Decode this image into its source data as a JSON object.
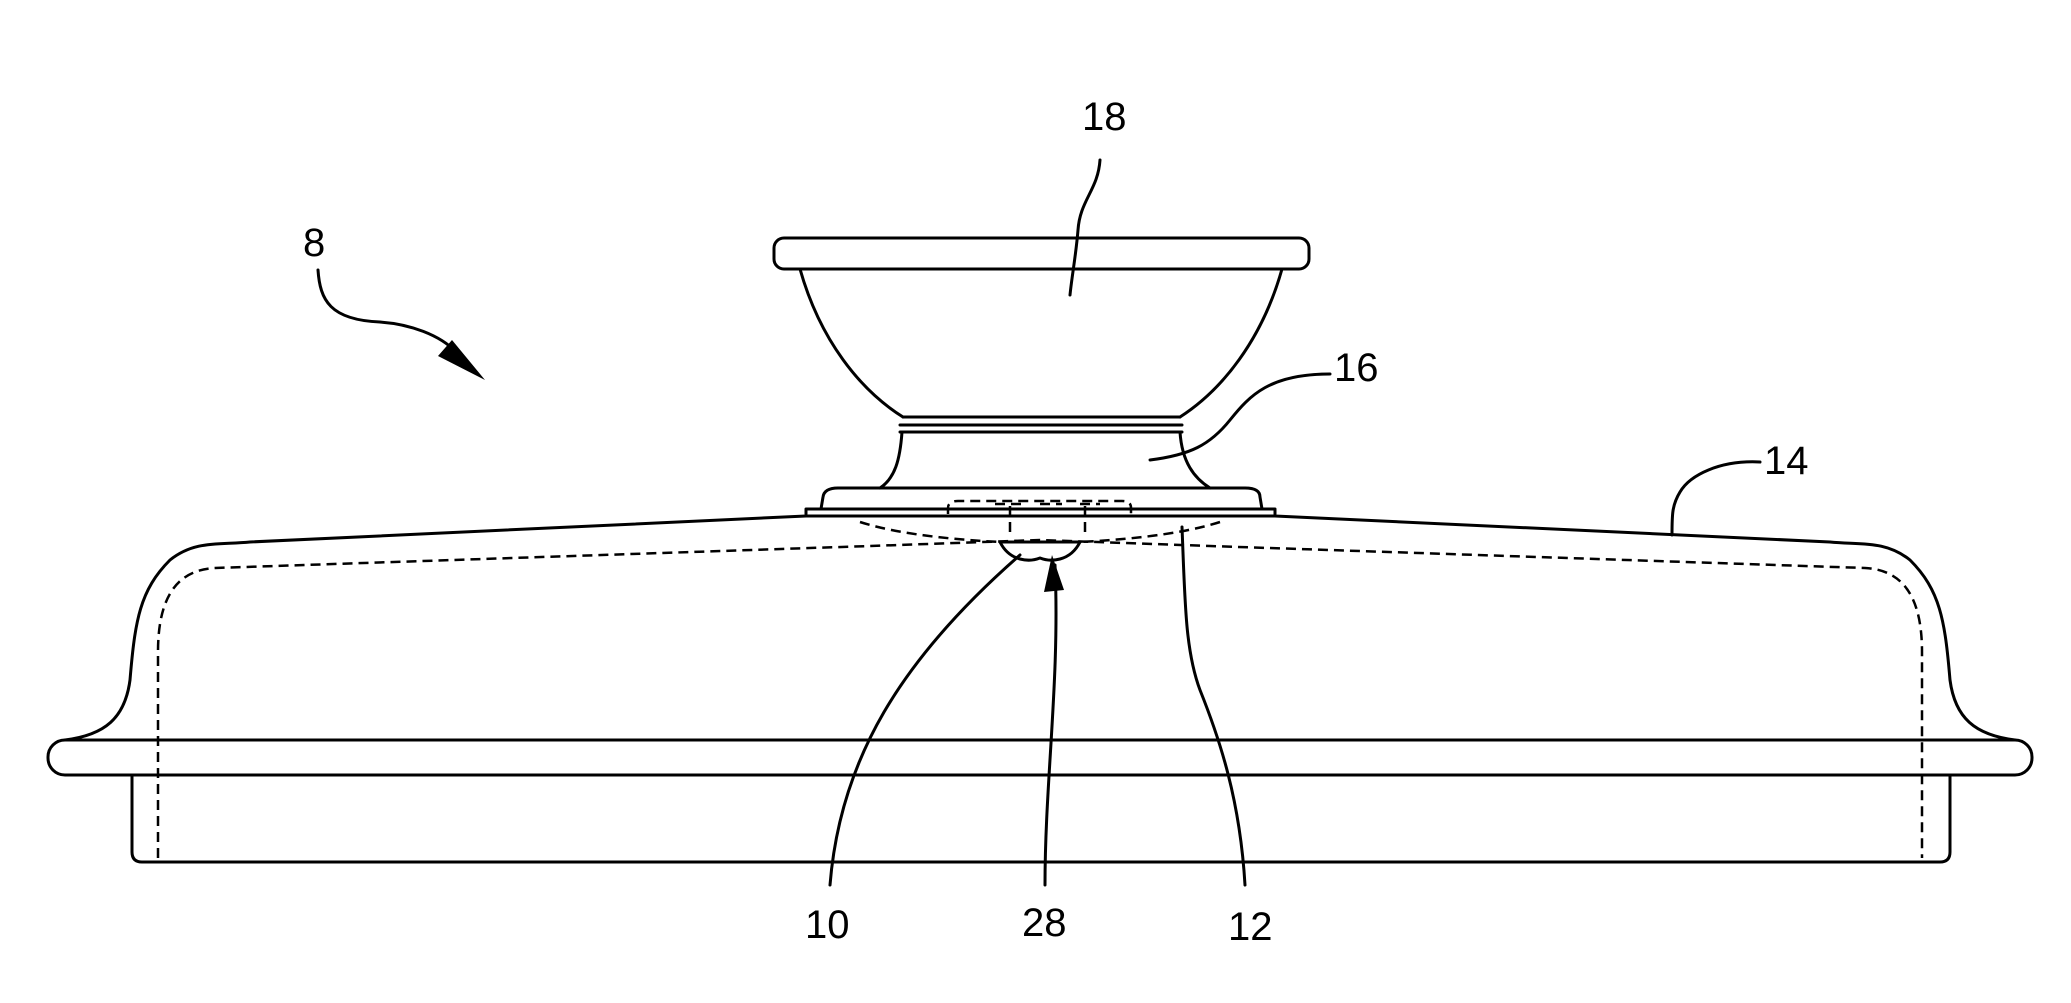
{
  "figure": {
    "stroke_color": "#000000",
    "background_color": "#ffffff",
    "labels": {
      "ref_8": "8",
      "ref_10": "10",
      "ref_12": "12",
      "ref_14": "14",
      "ref_16": "16",
      "ref_18": "18",
      "ref_28": "28"
    }
  }
}
